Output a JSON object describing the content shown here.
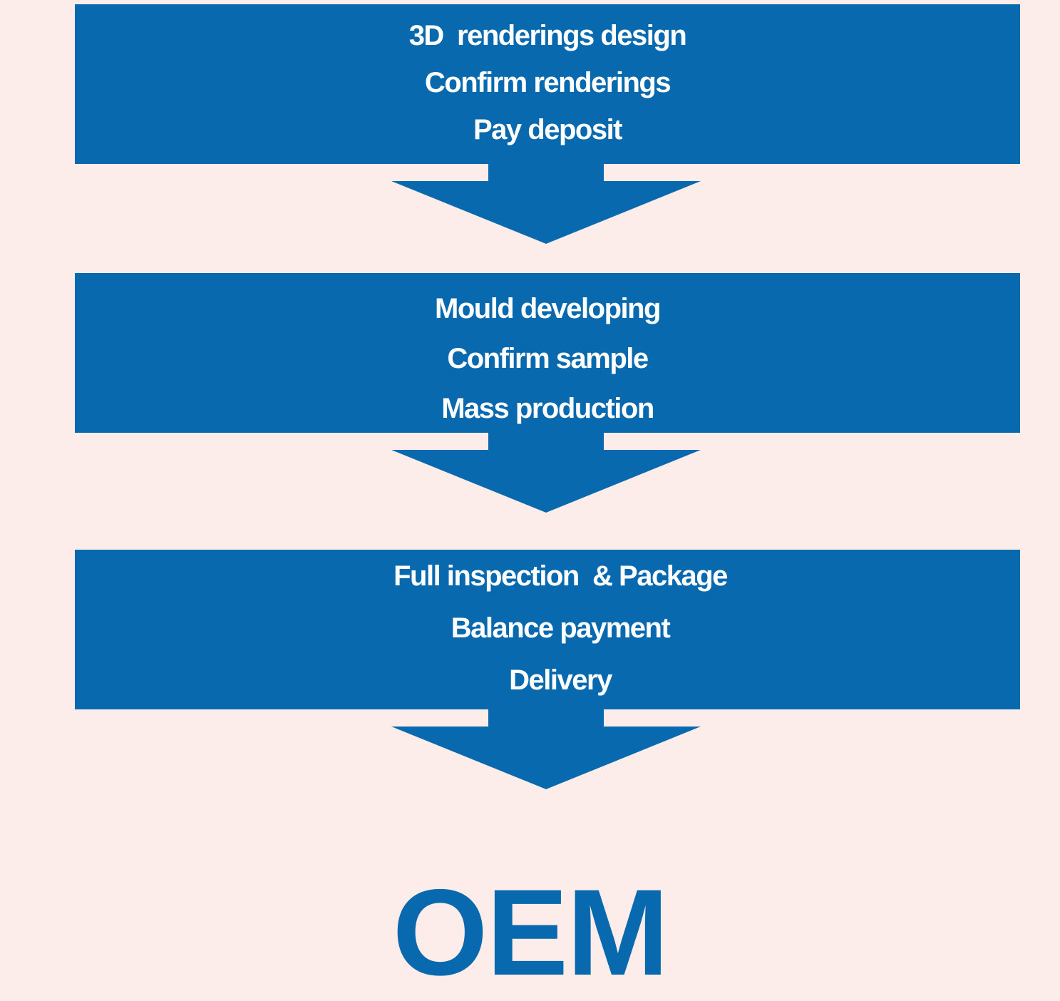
{
  "colors": {
    "background": "#fcecea",
    "accent": "#0869ae",
    "text_on_accent": "#ffffff"
  },
  "stages": [
    {
      "steps": [
        "3D  renderings design",
        "Confirm renderings",
        "Pay deposit"
      ]
    },
    {
      "steps": [
        "Mould developing",
        "Confirm sample",
        "Mass production"
      ]
    },
    {
      "steps": [
        "Full inspection  & Package",
        "Balance payment",
        "Delivery"
      ]
    }
  ],
  "title": "OEM"
}
